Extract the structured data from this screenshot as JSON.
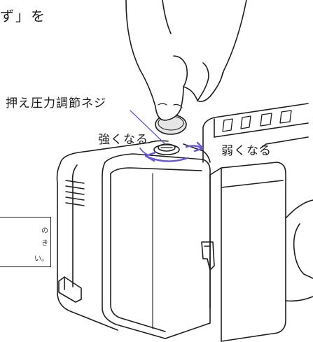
{
  "intro_fragment": "ず」を",
  "labels": {
    "screw": "押え圧力調節ネジ",
    "stronger": "強くなる",
    "weaker": "弱くなる"
  },
  "note_box": {
    "line1": "の",
    "line2": "き",
    "line3": "い。"
  },
  "colors": {
    "line": "#1e1e1e",
    "arrow": "#6a55d8",
    "coin_fill": "#e6e6e6",
    "background": "#ffffff"
  }
}
